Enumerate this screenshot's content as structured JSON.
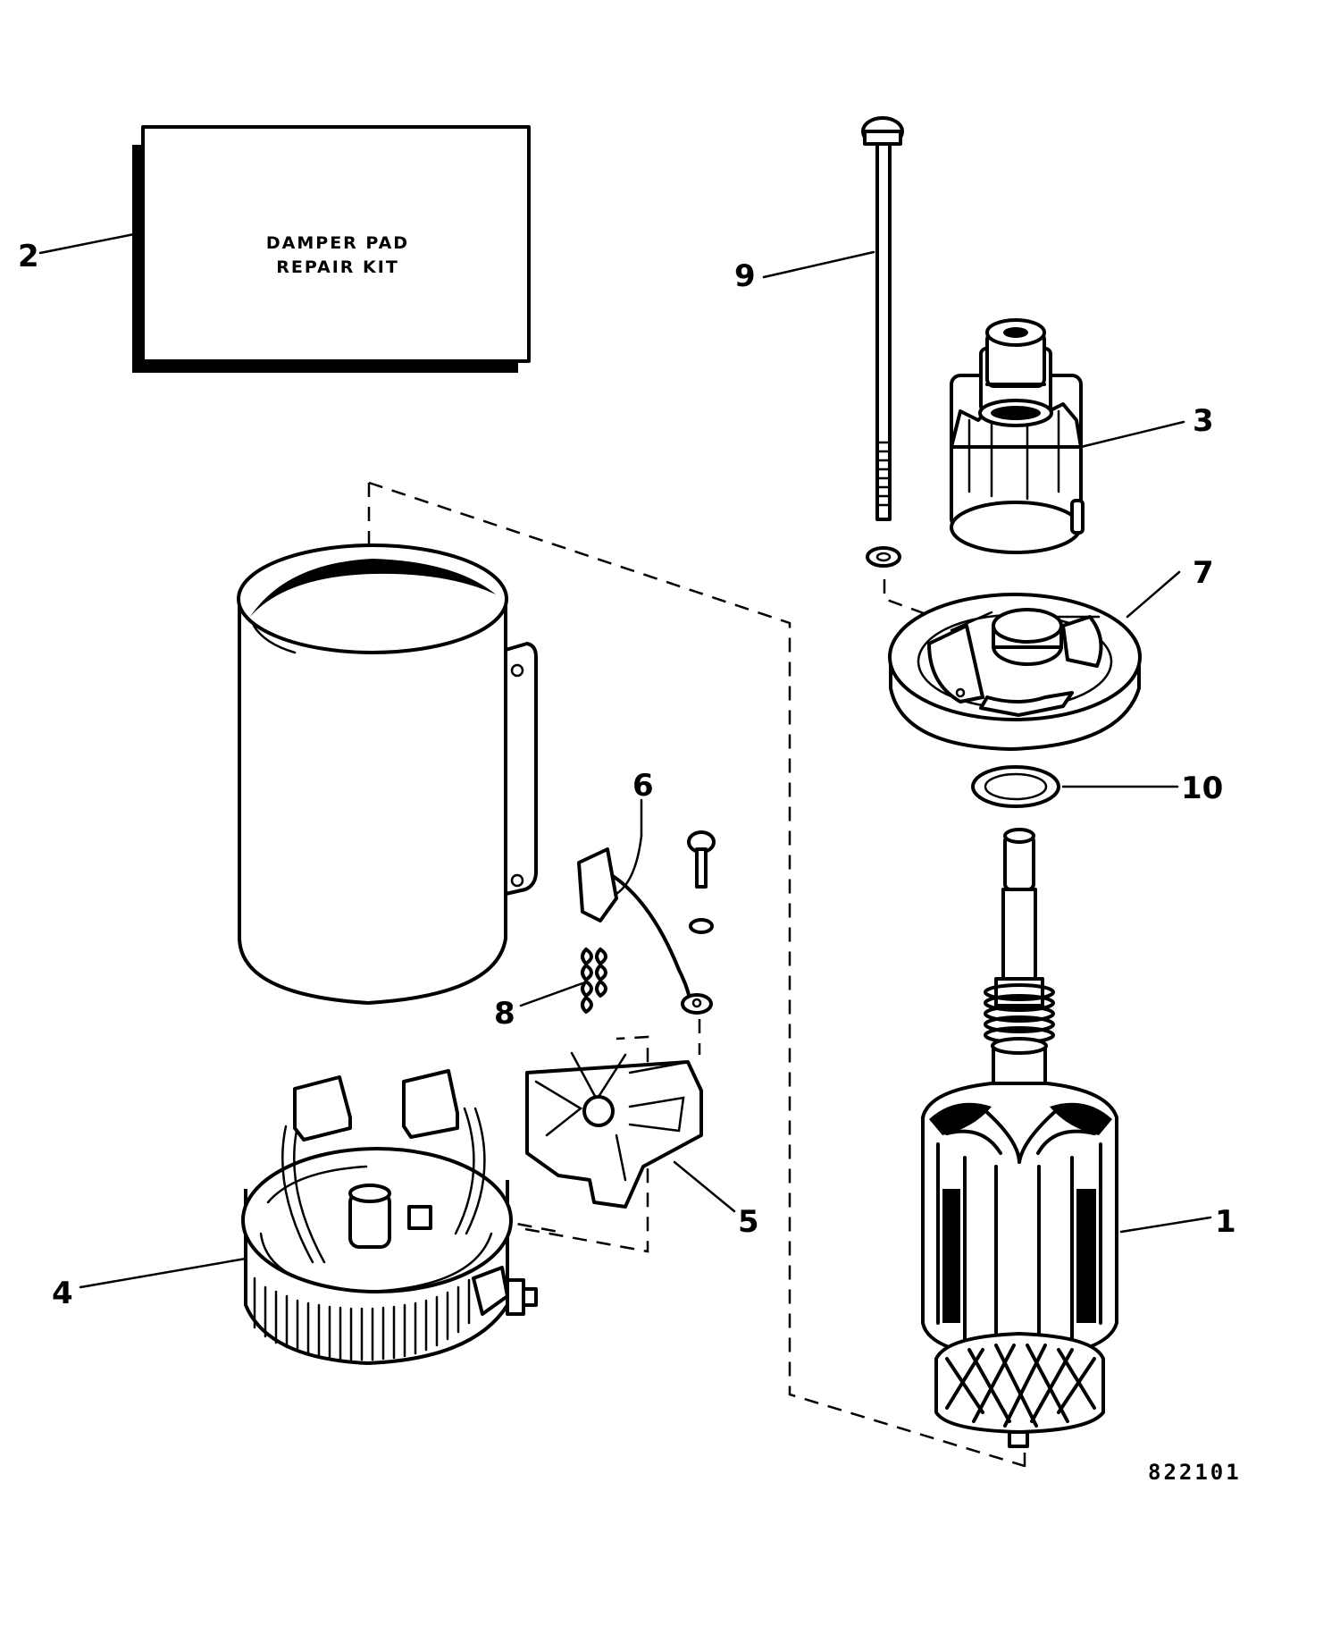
{
  "kit_box": {
    "line1": "DAMPER PAD",
    "line2": "REPAIR KIT"
  },
  "callouts": {
    "armature": "1",
    "kit": "2",
    "drive": "3",
    "end_cap": "4",
    "brush_plate": "5",
    "lead": "6",
    "head": "7",
    "spring": "8",
    "thru_bolt": "9",
    "washer": "10"
  },
  "drawing_number": "822101"
}
